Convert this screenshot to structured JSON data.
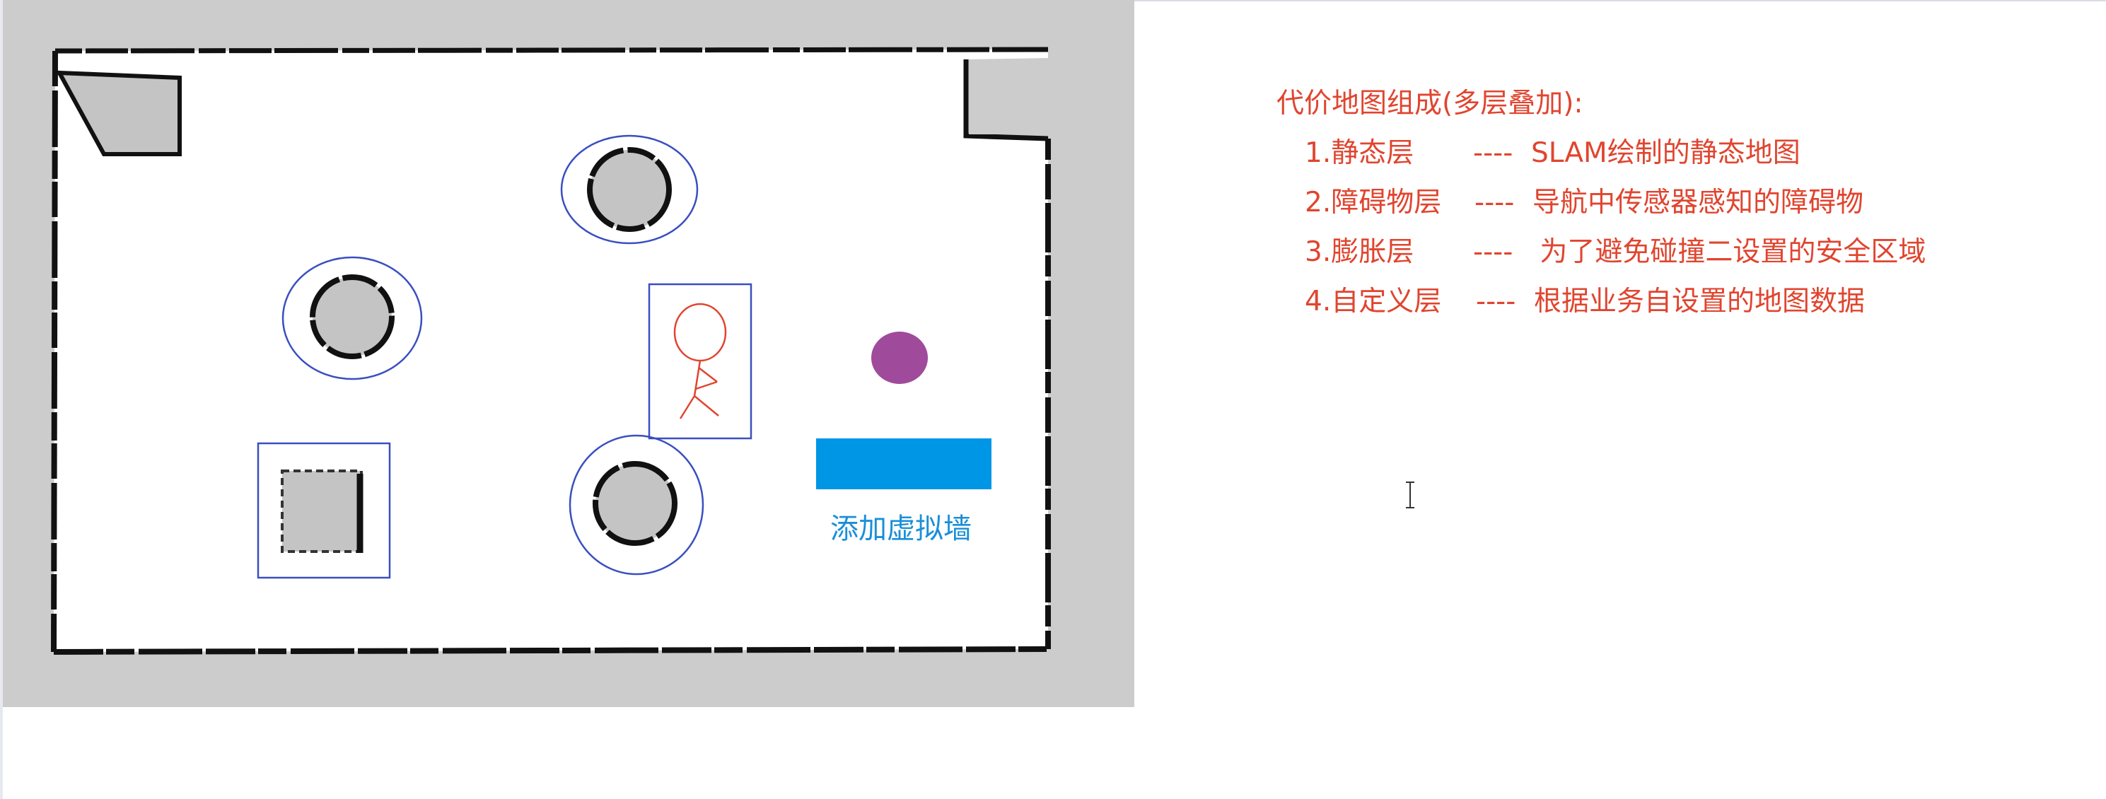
{
  "map": {
    "virtual_wall_label": "添加虚拟墙",
    "colors": {
      "background": "#cccccc",
      "free_space": "#ffffff",
      "wall": "#111111",
      "obstacle_fill": "#c4c4c4",
      "inflation_outline": "#3a4fc0",
      "person": "#e0452f",
      "dynamic_obstacle": "#a04a9c",
      "virtual_wall": "#0096e6"
    },
    "icons": [
      "round-obstacle-icon",
      "square-obstacle-icon",
      "person-icon",
      "dynamic-obstacle-icon",
      "virtual-wall-icon"
    ]
  },
  "notes": {
    "heading": "代价地图组成(多层叠加):",
    "layers": [
      {
        "name": "1.静态层",
        "separator": "----",
        "desc": "SLAM绘制的静态地图"
      },
      {
        "name": "2.障碍物层",
        "separator": "----",
        "desc": "导航中传感器感知的障碍物"
      },
      {
        "name": "3.膨胀层",
        "separator": "----",
        "desc": " 为了避免碰撞二设置的安全区域"
      },
      {
        "name": "4.自定义层",
        "separator": "----",
        "desc": "根据业务自设置的地图数据"
      }
    ],
    "color": "#e0452f"
  }
}
